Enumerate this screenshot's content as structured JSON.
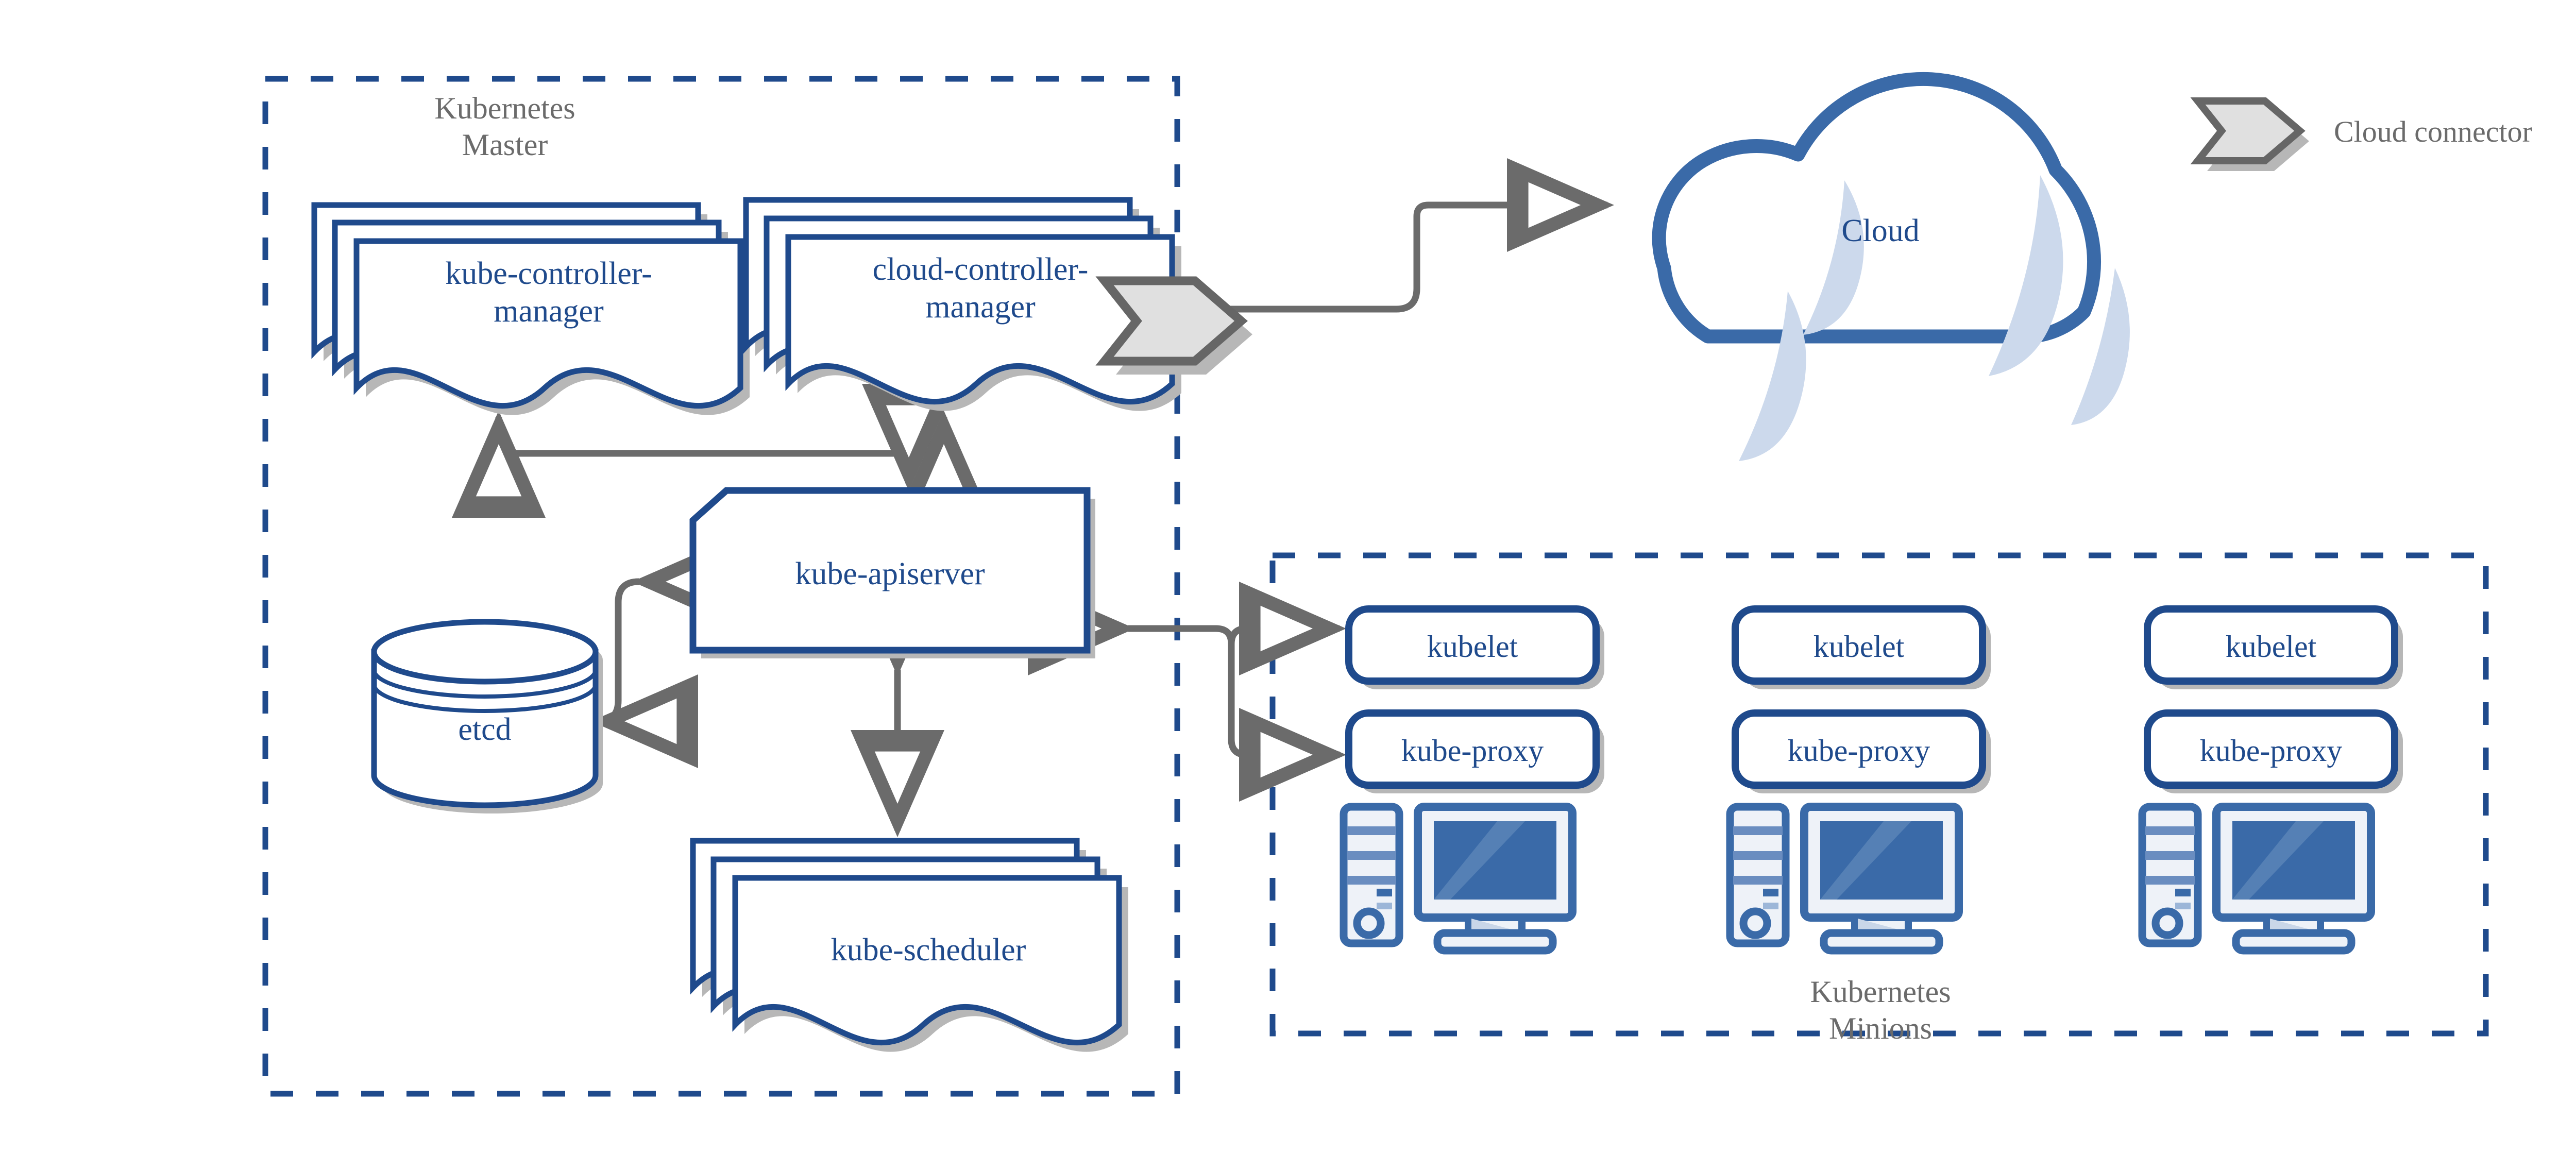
{
  "diagram": {
    "title_master": "Kubernetes\nMaster",
    "title_minions": "Kubernetes\nMinions",
    "legend": {
      "icon": "cloud-connector-icon",
      "label": "Cloud connector"
    },
    "colors": {
      "blue_stroke": "#1f4a8c",
      "blue_fill": "#3a6aa8",
      "blue_light": "#6a8dc0",
      "blue_pale": "#ccd9ec",
      "panel_pale": "#eef2f8",
      "gray_arrow": "#6b6b6b",
      "gray_shadow": "#b7b7b7",
      "connector_fill": "#e0e0e0",
      "connector_stroke": "#666666",
      "dash_blue": "#1f4a8c",
      "text_gray": "#6b6b6b",
      "background": "#ffffff"
    },
    "master": {
      "label": "Kubernetes Master",
      "components": [
        {
          "name": "kube-controller-manager",
          "label": "kube-controller-\nmanager",
          "shape": "document-stack",
          "stack": 3
        },
        {
          "name": "cloud-controller-manager",
          "label": "cloud-controller-\nmanager",
          "shape": "document-stack",
          "stack": 3
        },
        {
          "name": "kube-apiserver",
          "label": "kube-apiserver",
          "shape": "card"
        },
        {
          "name": "etcd",
          "label": "etcd",
          "shape": "cylinder"
        },
        {
          "name": "kube-scheduler",
          "label": "kube-scheduler",
          "shape": "document-stack",
          "stack": 3
        }
      ]
    },
    "cloud": {
      "label": "Cloud",
      "shape": "cloud"
    },
    "minions": {
      "label": "Kubernetes Minions",
      "nodes": [
        {
          "kubelet": "kubelet",
          "kube_proxy": "kube-proxy",
          "machine": "computer-icon"
        },
        {
          "kubelet": "kubelet",
          "kube_proxy": "kube-proxy",
          "machine": "computer-icon"
        },
        {
          "kubelet": "kubelet",
          "kube_proxy": "kube-proxy",
          "machine": "computer-icon"
        }
      ]
    },
    "connections": [
      {
        "from": "cloud-controller-manager",
        "to": "cloud",
        "style": "single-arrow"
      },
      {
        "from": "kube-apiserver",
        "to": "kube-controller-manager",
        "style": "single-arrow"
      },
      {
        "from": "kube-apiserver",
        "to": "cloud-controller-manager",
        "style": "single-arrow"
      },
      {
        "from": "kube-apiserver",
        "to": "etcd",
        "style": "double-arrow"
      },
      {
        "from": "kube-apiserver",
        "to": "kube-scheduler",
        "style": "double-arrow"
      },
      {
        "from": "kube-apiserver",
        "to": "kubelet",
        "style": "double-arrow"
      },
      {
        "from": "kube-apiserver",
        "to": "kube-proxy",
        "style": "double-arrow"
      }
    ]
  }
}
